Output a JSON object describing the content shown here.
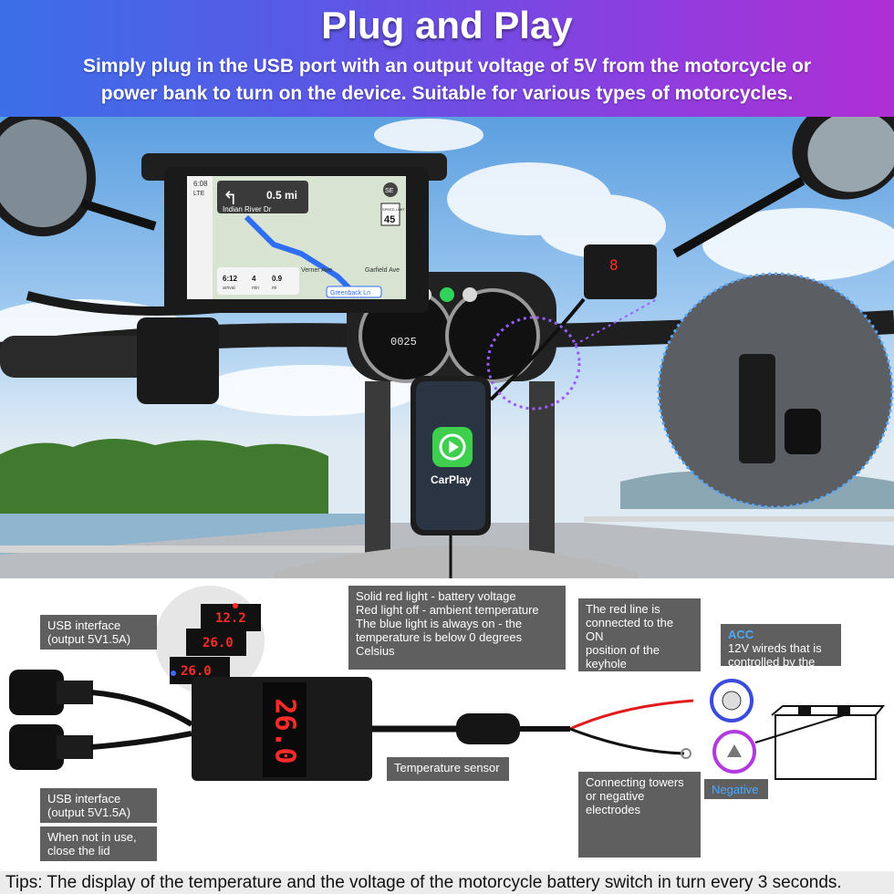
{
  "banner": {
    "title": "Plug and Play",
    "subtitle_line1": "Simply plug in the USB port with an output voltage of 5V from the motorcycle or",
    "subtitle_line2": "power bank to turn on the device. Suitable for various types of motorcycles."
  },
  "screen": {
    "time": "6:08",
    "network": "LTE",
    "distance": "0.5 mi",
    "street": "Indian River Dr",
    "avatar": "SE",
    "speed_sign_label": "SPEED LIMIT",
    "speed_limit": "45",
    "map_labels": [
      "Verner Ave",
      "Garfield Ave",
      "Greenback Ln"
    ],
    "eta": {
      "arrival": "6:12",
      "arrival_label": "arrival",
      "min": "4",
      "min_label": "min",
      "mi": "0.9",
      "mi_label": "mi"
    }
  },
  "phone": {
    "app_label": "CarPlay"
  },
  "gauge": {
    "odometer": "0025"
  },
  "diagram": {
    "display_readings": [
      "12.2",
      "26.0",
      "26.0"
    ],
    "main_reading": "26.0",
    "usb1": {
      "line1": "USB interface",
      "line2": "(output 5V1.5A)"
    },
    "usb2": {
      "line1": "USB interface",
      "line2": "(output 5V1.5A)"
    },
    "lid": {
      "line1": "When not in use,",
      "line2": "close the lid"
    },
    "light": {
      "line1": "Solid red light - battery voltage",
      "line2": "Red light off - ambient temperature",
      "line3": "The blue light is always on - the",
      "line4": "temperature is below 0 degrees",
      "line5": "Celsius"
    },
    "temp_sensor": "Temperature sensor",
    "red_line": {
      "line1": "The red line is",
      "line2": "connected to the ON",
      "line3": "position of the",
      "line4": "keyhole"
    },
    "acc": {
      "title": "ACC",
      "line1": "12V wireds that is",
      "line2": "controlled by the"
    },
    "negative": "Negative",
    "towers": {
      "line1": "Connecting towers",
      "line2": "or negative",
      "line3": "electrodes"
    }
  },
  "tips": "Tips: The display of the temperature and the voltage of the motorcycle battery switch in turn every 3 seconds.",
  "colors": {
    "banner_left": "#3b6fe8",
    "banner_right": "#b02fd4",
    "label_bg": "#5f5f5f",
    "led_red": "#ff2b2b",
    "carplay_green": "#3fcf4f"
  }
}
